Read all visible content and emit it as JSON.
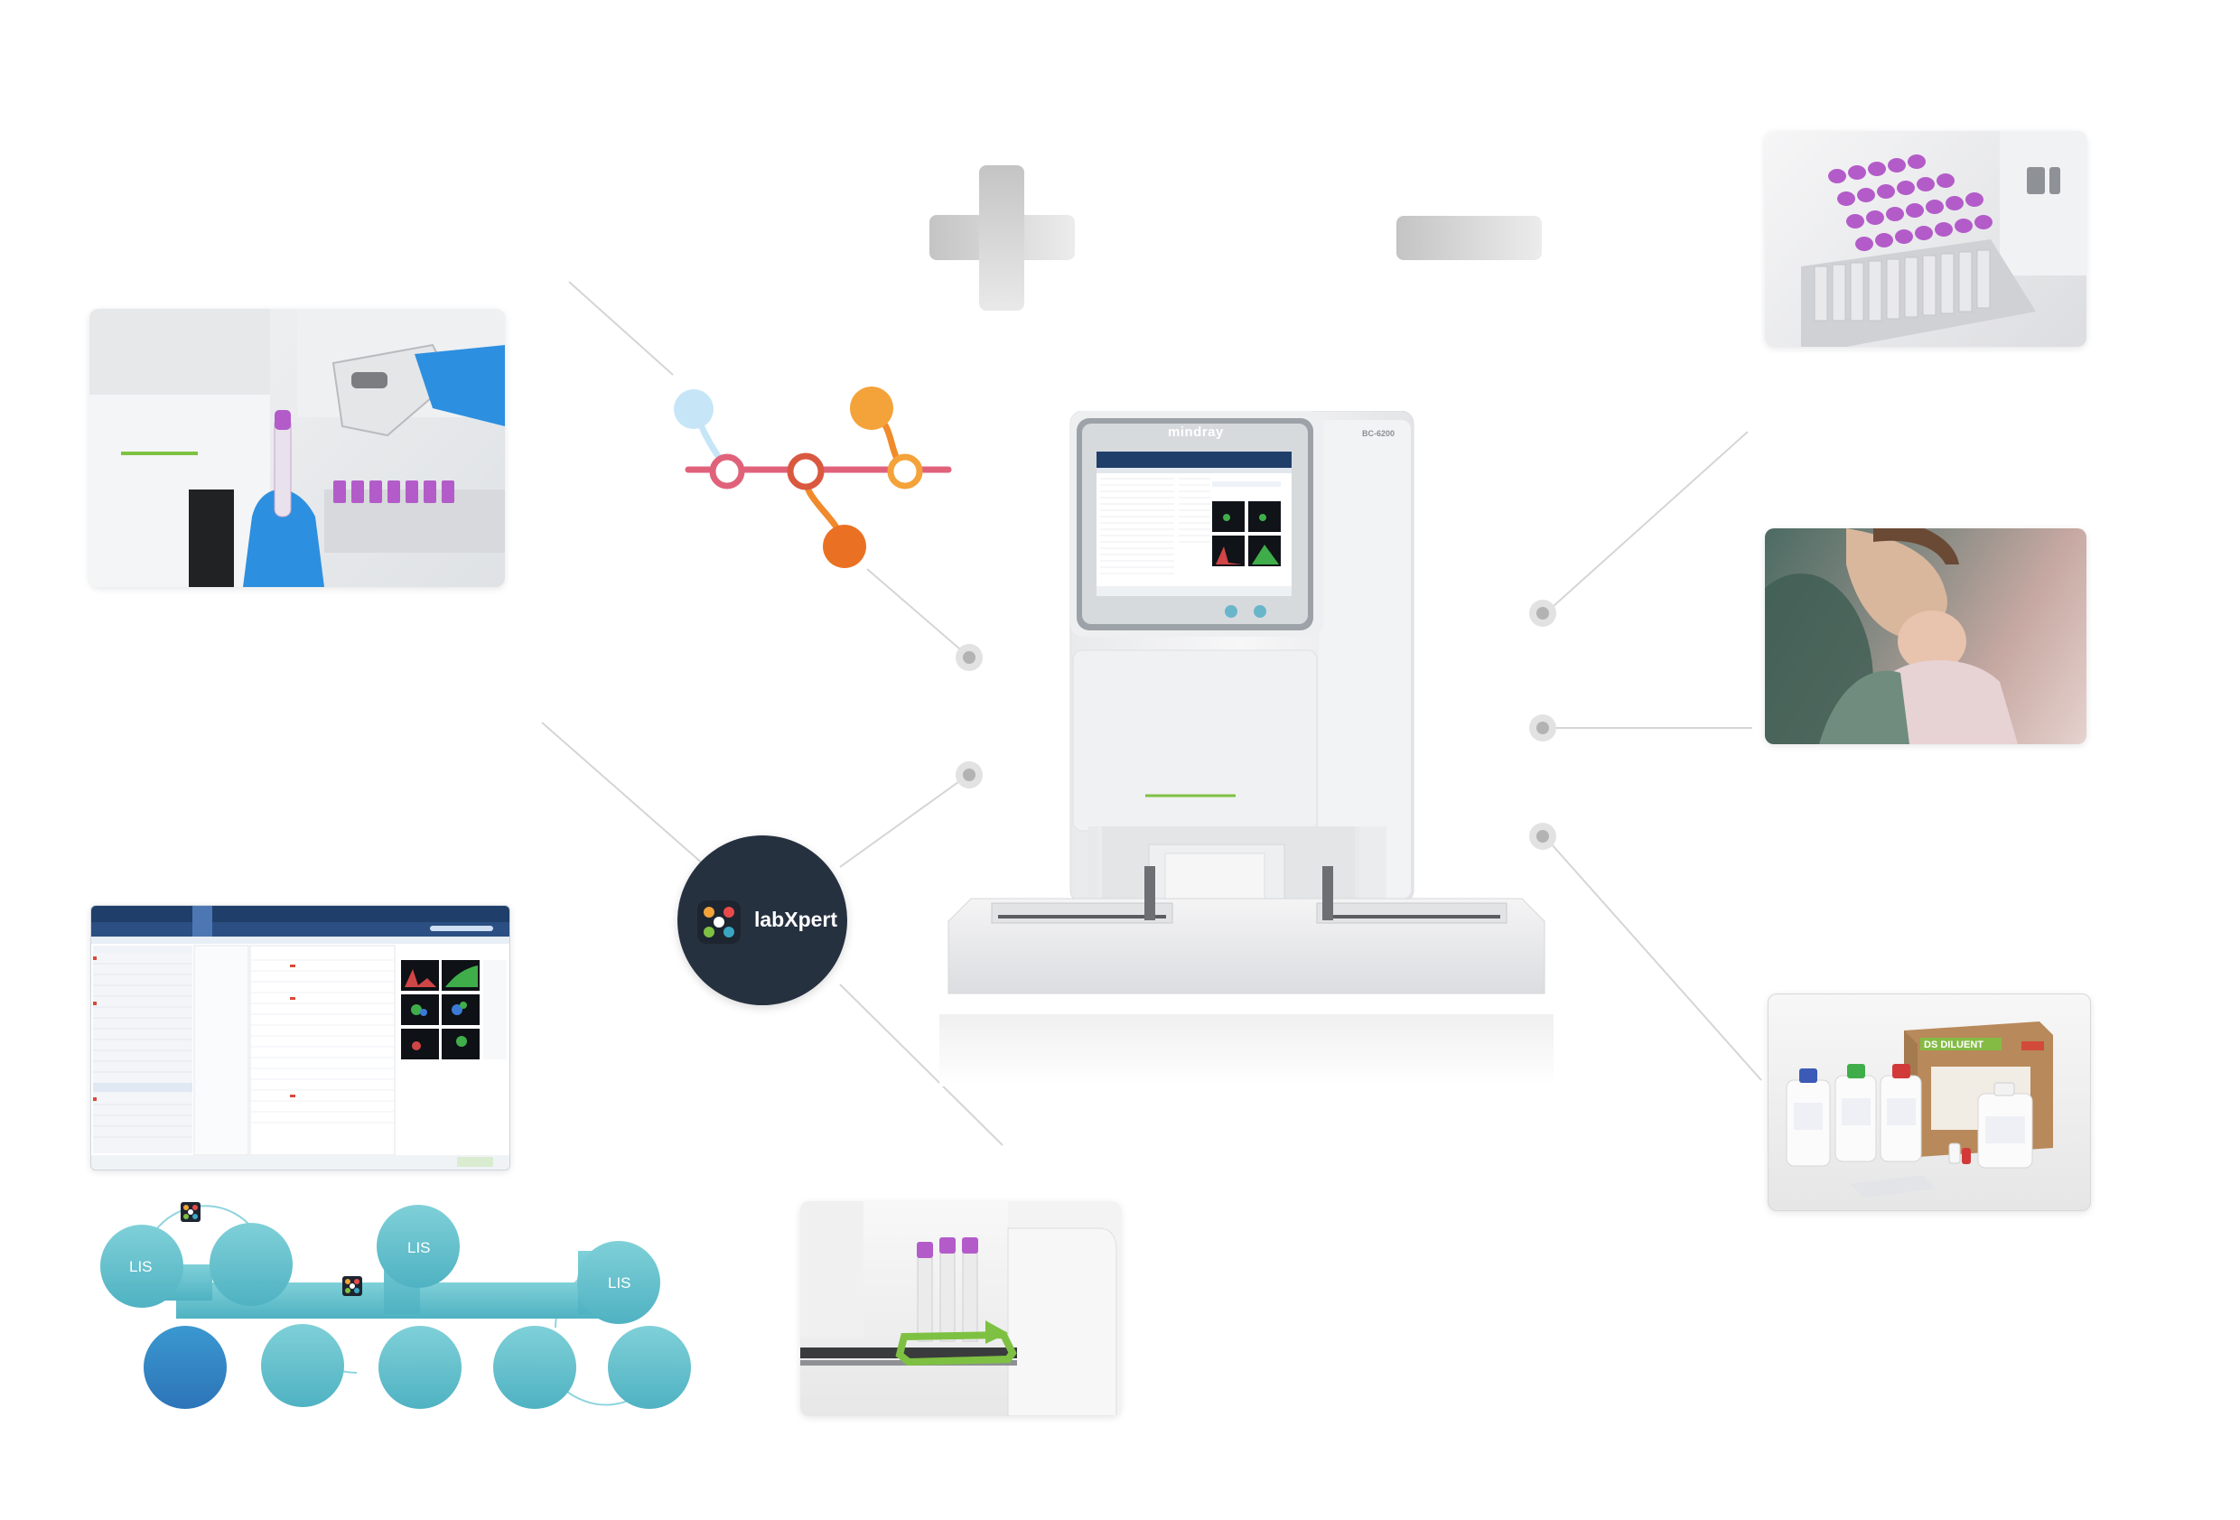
{
  "analyzer": {
    "brand": "mindray",
    "model": "BC-6200"
  },
  "labxpert": {
    "name": "labXpert"
  },
  "reagent_box": {
    "label": "DS DILUENT"
  },
  "lis_bubbles": [
    "LIS",
    "LIS",
    "LIS"
  ],
  "symbols": {
    "plus": "plus-icon",
    "minus": "minus-icon"
  },
  "colors": {
    "lis_blue": "#3aa6c3",
    "lis_light": "#6cc6d2",
    "lis_dark": "#2f7fc0",
    "connector_red": "#e0627a",
    "connector_orange": "#f08a2b",
    "connector_light_blue": "#c6e6f7",
    "accent_green": "#7ec142",
    "tube_purple": "#b35cc9"
  }
}
